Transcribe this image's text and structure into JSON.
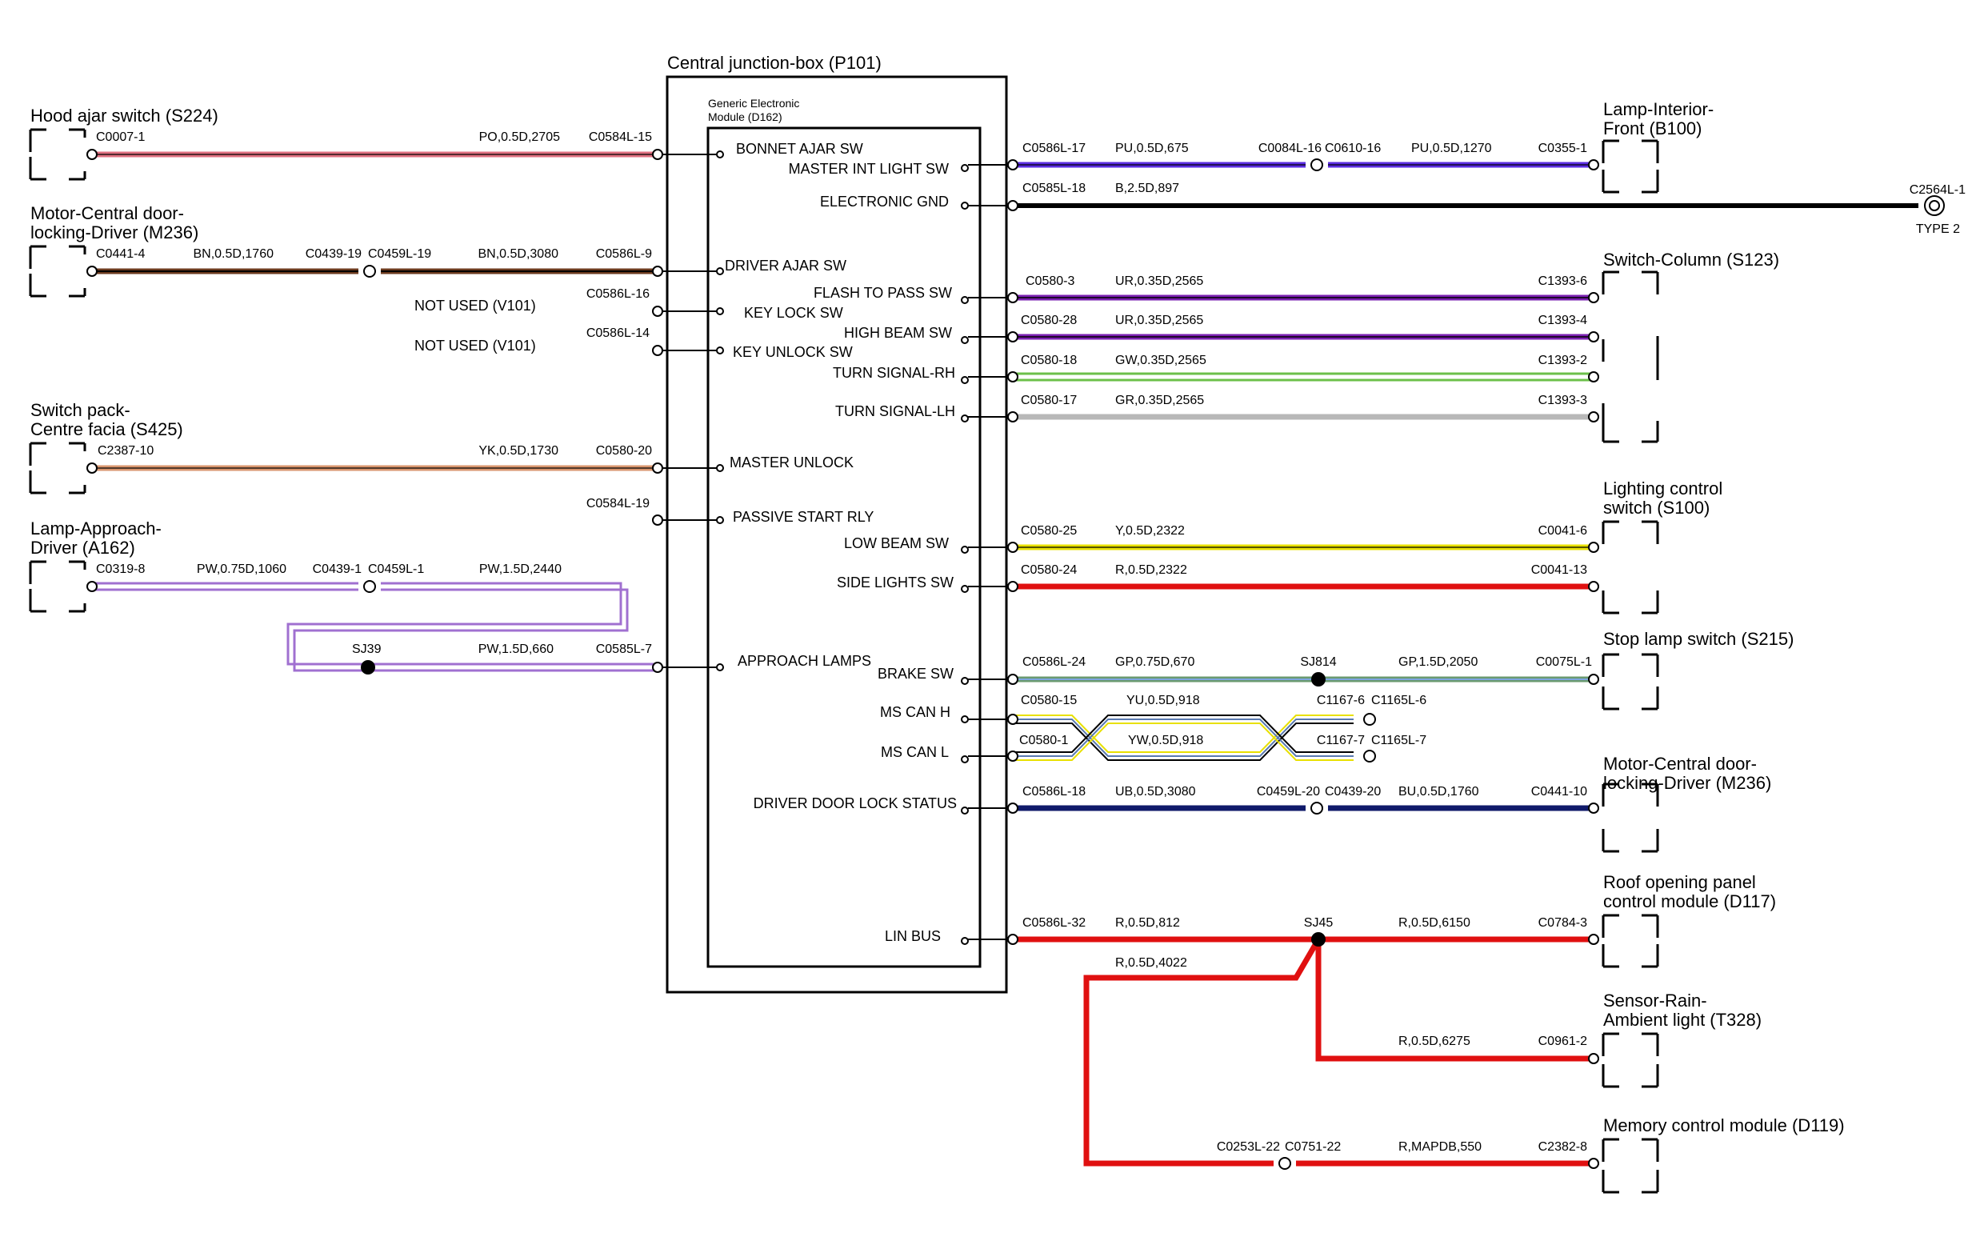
{
  "junction_box": {
    "title": "Central junction-box (P101)",
    "module_line1": "Generic Electronic",
    "module_line2": "Module (D162)"
  },
  "pins": {
    "bonnet_ajar": "BONNET AJAR SW",
    "master_int": "MASTER INT LIGHT SW",
    "elec_gnd": "ELECTRONIC GND",
    "driver_ajar": "DRIVER AJAR SW",
    "flash_pass": "FLASH TO PASS SW",
    "key_lock": "KEY LOCK SW",
    "high_beam": "HIGH BEAM SW",
    "key_unlock": "KEY UNLOCK SW",
    "turn_rh": "TURN SIGNAL-RH",
    "turn_lh": "TURN SIGNAL-LH",
    "master_unlock": "MASTER UNLOCK",
    "passive_start": "PASSIVE START RLY",
    "low_beam": "LOW BEAM SW",
    "side_lights": "SIDE LIGHTS SW",
    "approach": "APPROACH LAMPS",
    "brake": "BRAKE SW",
    "ms_can_h": "MS CAN H",
    "ms_can_l": "MS CAN L",
    "door_lock_status": "DRIVER DOOR LOCK STATUS",
    "lin_bus": "LIN BUS"
  },
  "left_components": {
    "hood": "Hood ajar switch (S224)",
    "motor1": "Motor-Central door-",
    "motor2": "locking-Driver (M236)",
    "sp1": "Switch pack-",
    "sp2": "Centre facia (S425)",
    "la1": "Lamp-Approach-",
    "la2": "Driver (A162)",
    "nu1": "NOT USED (V101)",
    "nu2": "NOT USED (V101)"
  },
  "right_components": {
    "lif1": "Lamp-Interior-",
    "lif2": "Front (B100)",
    "swcol": "Switch-Column (S123)",
    "lcs1": "Lighting control",
    "lcs2": "switch (S100)",
    "stop": "Stop lamp switch (S215)",
    "mcd1": "Motor-Central door-",
    "mcd2": "locking-Driver (M236)",
    "roof1": "Roof opening panel",
    "roof2": "control module (D117)",
    "rain1": "Sensor-Rain-",
    "rain2": "Ambient light (T328)",
    "mem": "Memory control module (D119)",
    "gnd_conn": "C2564L-1",
    "gnd_type": "TYPE 2"
  },
  "labels": {
    "l1a": "C0007-1",
    "l1b": "PO,0.5D,2705",
    "l1c": "C0584L-15",
    "l2a": "C0441-4",
    "l2b": "BN,0.5D,1760",
    "l2c": "C0439-19",
    "l2d": "C0459L-19",
    "l2e": "BN,0.5D,3080",
    "l2f": "C0586L-9",
    "l3": "C0586L-16",
    "l4": "C0586L-14",
    "l5a": "C2387-10",
    "l5b": "YK,0.5D,1730",
    "l5c": "C0580-20",
    "l6": "C0584L-19",
    "l7a": "C0319-8",
    "l7b": "PW,0.75D,1060",
    "l7c": "C0439-1",
    "l7d": "C0459L-1",
    "l7e": "PW,1.5D,2440",
    "l7f": "SJ39",
    "l7g": "PW,1.5D,660",
    "l7h": "C0585L-7",
    "r1a": "C0586L-17",
    "r1b": "PU,0.5D,675",
    "r1c": "C0084L-16",
    "r1d": "C0610-16",
    "r1e": "PU,0.5D,1270",
    "r1f": "C0355-1",
    "r2a": "C0585L-18",
    "r2b": "B,2.5D,897",
    "r3a": "C0580-3",
    "r3b": "UR,0.35D,2565",
    "r3c": "C1393-6",
    "r4a": "C0580-28",
    "r4b": "UR,0.35D,2565",
    "r4c": "C1393-4",
    "r5a": "C0580-18",
    "r5b": "GW,0.35D,2565",
    "r5c": "C1393-2",
    "r6a": "C0580-17",
    "r6b": "GR,0.35D,2565",
    "r6c": "C1393-3",
    "r7a": "C0580-25",
    "r7b": "Y,0.5D,2322",
    "r7c": "C0041-6",
    "r8a": "C0580-24",
    "r8b": "R,0.5D,2322",
    "r8c": "C0041-13",
    "r9a": "C0586L-24",
    "r9b": "GP,0.75D,670",
    "r9c": "SJ814",
    "r9d": "GP,1.5D,2050",
    "r9e": "C0075L-1",
    "r10a": "C0580-15",
    "r10b": "YU,0.5D,918",
    "r10c": "C1167-6",
    "r10d": "C1165L-6",
    "r11a": "C0580-1",
    "r11b": "YW,0.5D,918",
    "r11c": "C1167-7",
    "r11d": "C1165L-7",
    "r12a": "C0586L-18",
    "r12b": "UB,0.5D,3080",
    "r12c": "C0459L-20",
    "r12d": "C0439-20",
    "r12e": "BU,0.5D,1760",
    "r12f": "C0441-10",
    "r13a": "C0586L-32",
    "r13b": "R,0.5D,812",
    "r13c": "SJ45",
    "r13d": "R,0.5D,6150",
    "r13e": "C0784-3",
    "r14": "R,0.5D,4022",
    "r15a": "R,0.5D,6275",
    "r15b": "C0961-2",
    "r16a": "C0253L-22",
    "r16b": "C0751-22",
    "r16c": "R,MAPDB,550",
    "r16d": "C2382-8"
  },
  "colors": {
    "pink": "#e07080",
    "brown": "#6b3a1e",
    "tan": "#d9956e",
    "violet": "#a070d0",
    "purple": "#5a2de0",
    "black": "#000000",
    "ur": "#7a1fb0",
    "green": "#6cc04a",
    "grey": "#b8b8b8",
    "yellow": "#e8e000",
    "red": "#e01010",
    "gp": "#6a9a70",
    "navy": "#101a6a"
  }
}
